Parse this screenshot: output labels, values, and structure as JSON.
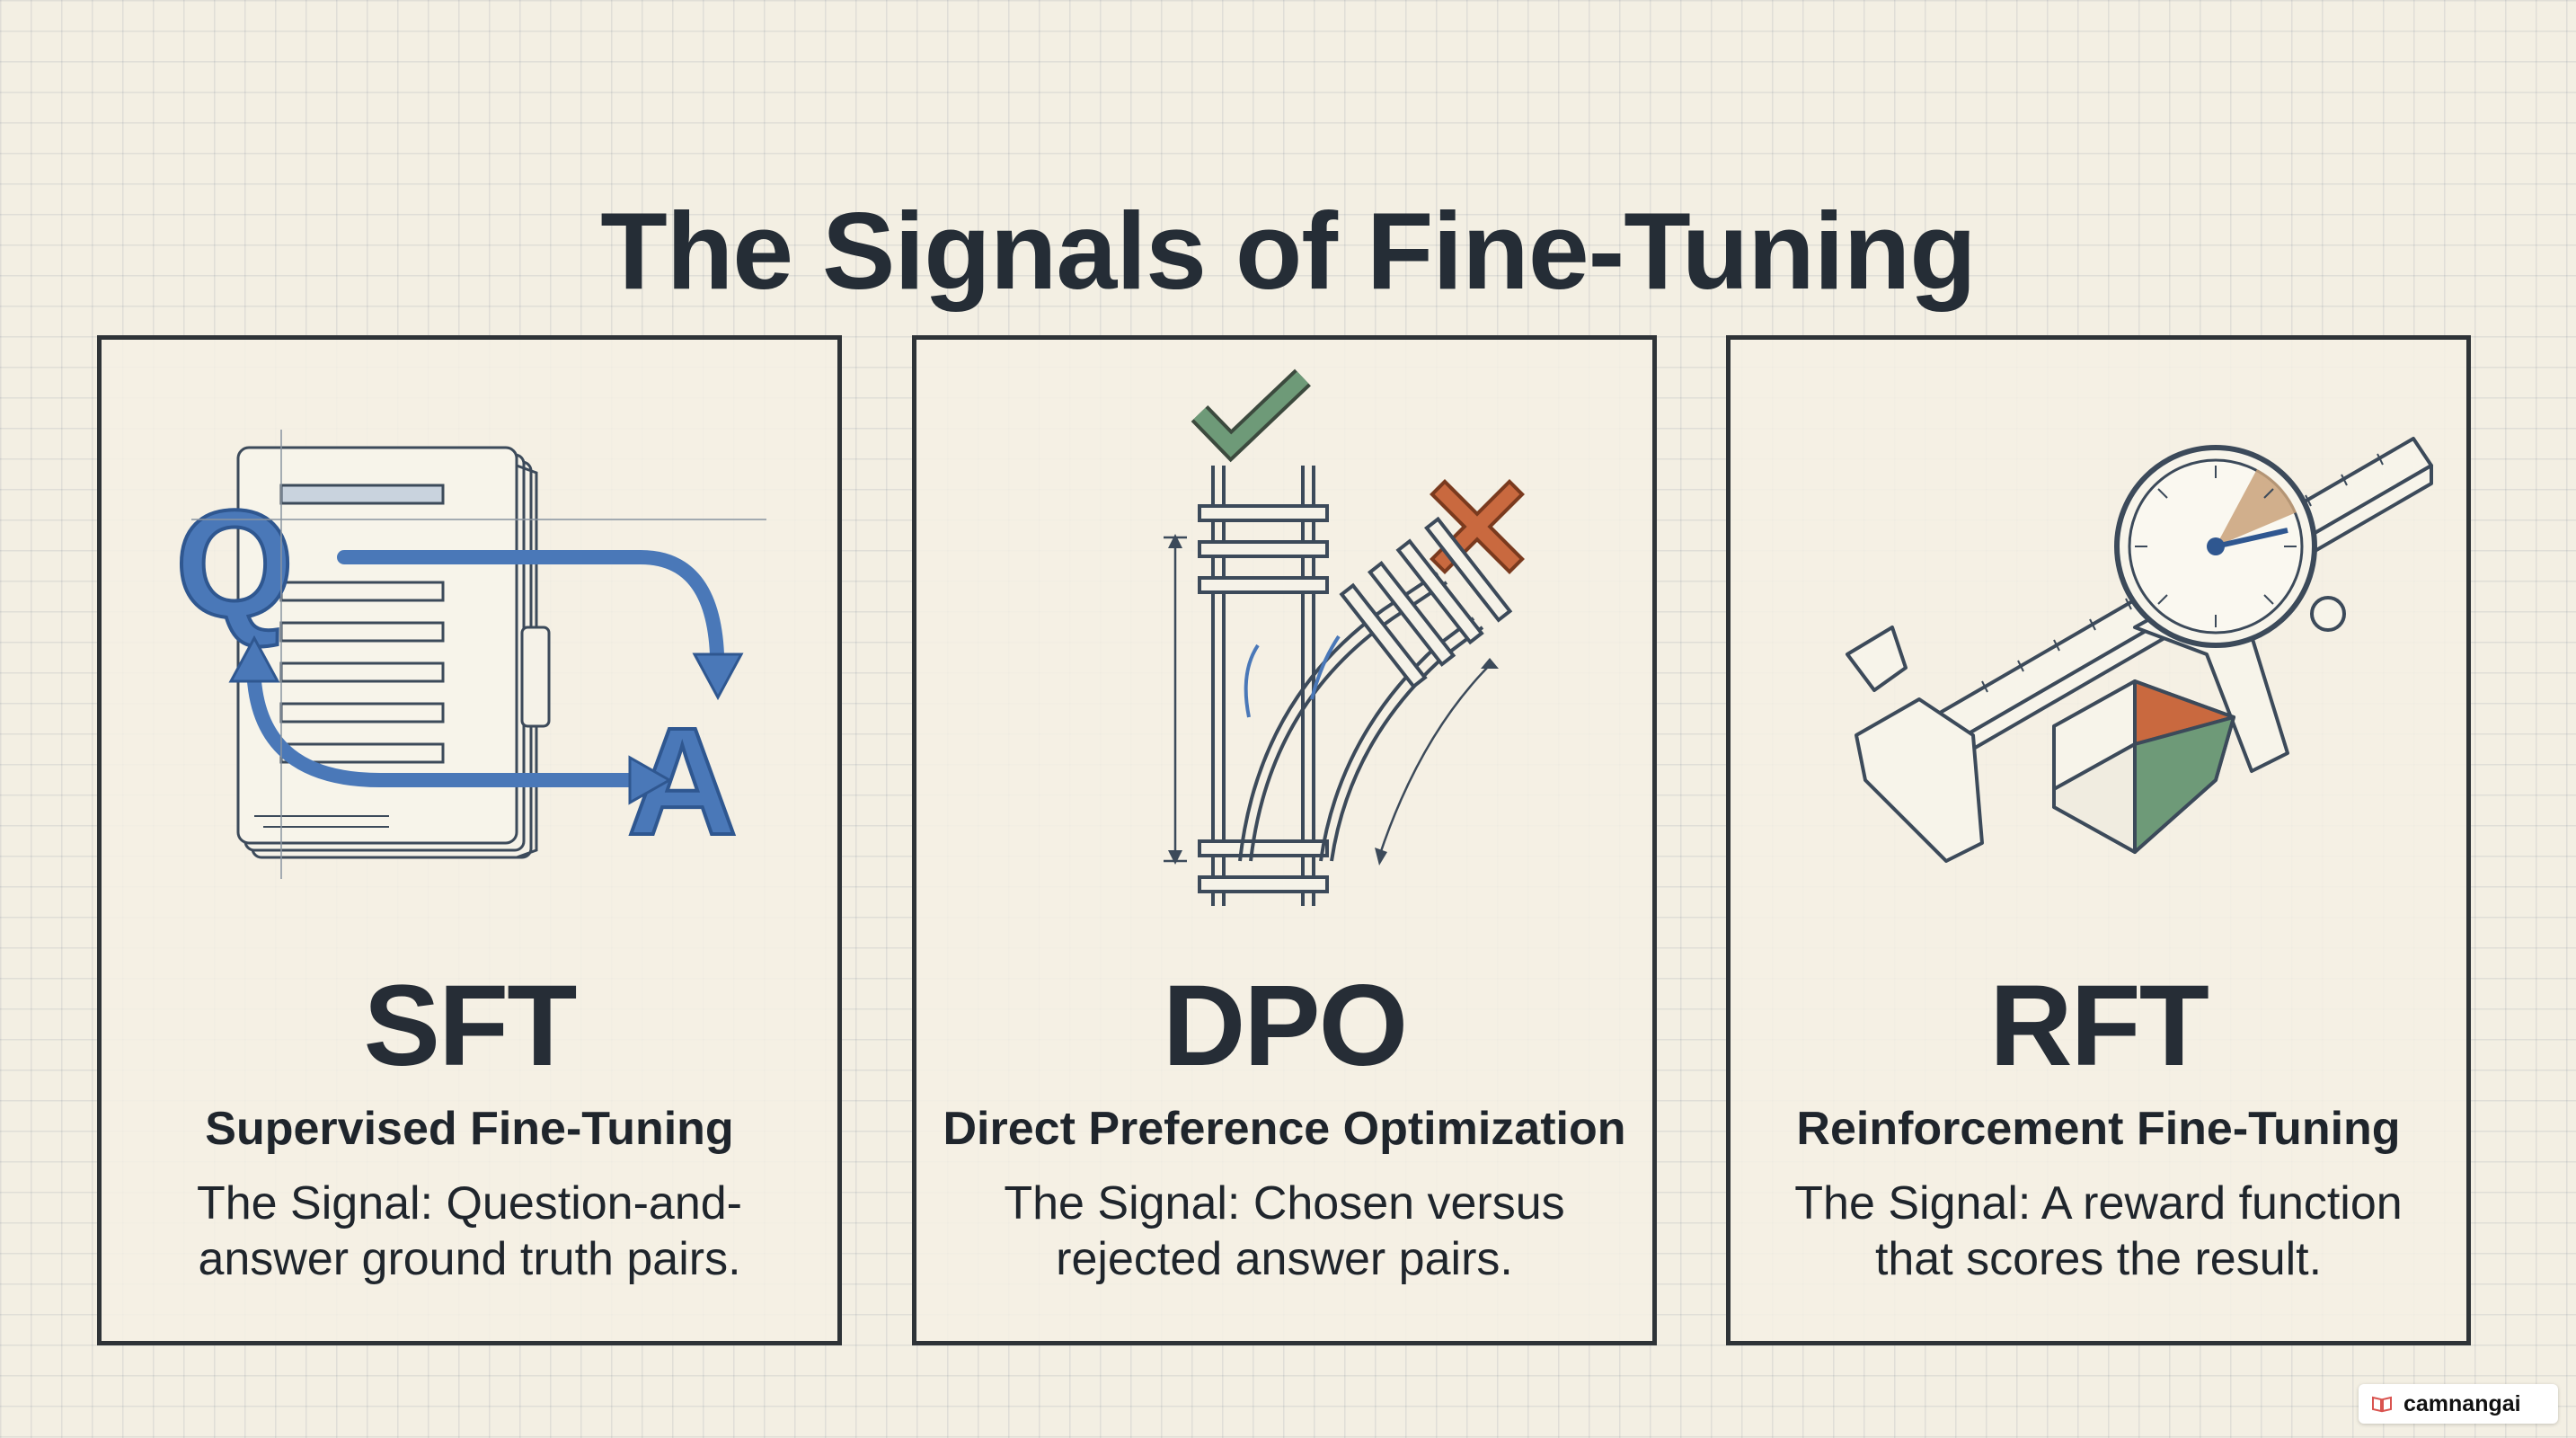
{
  "title": "The Signals of Fine-Tuning",
  "colors": {
    "blue": "#4a78b8",
    "green": "#6e9a78",
    "orange": "#c9693f",
    "ink": "#252d36",
    "paper": "#f3efe3"
  },
  "cards": [
    {
      "abbr": "SFT",
      "name": "Supervised Fine-Tuning",
      "description": "The Signal: Question-and-answer ground truth pairs.",
      "illustration": "document-question-answer-icon",
      "labels": {
        "q": "Q",
        "a": "A"
      }
    },
    {
      "abbr": "DPO",
      "name": "Direct Preference Optimization",
      "description": "The Signal: Chosen versus rejected answer pairs.",
      "illustration": "railway-switch-check-cross-icon"
    },
    {
      "abbr": "RFT",
      "name": "Reinforcement Fine-Tuning",
      "description": "The Signal: A reward function that scores the result.",
      "illustration": "caliper-dial-gauge-icon"
    }
  ],
  "watermark": {
    "text": "camnangai",
    "icon": "book-icon"
  }
}
